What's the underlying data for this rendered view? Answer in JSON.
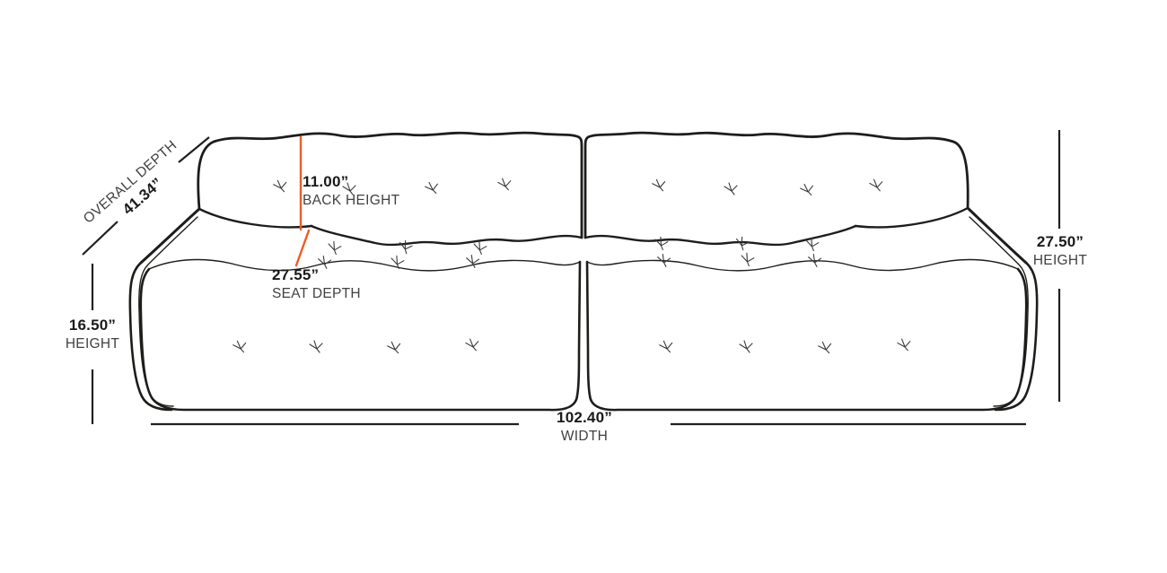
{
  "diagram": {
    "type": "sofa-dimension-diagram",
    "illustration": "two-piece tufted sofa front elevation line art"
  },
  "dims": {
    "overall_depth": {
      "label": "OVERALL DEPTH",
      "value": "41.34”"
    },
    "back_height": {
      "value": "11.00”",
      "label": "BACK HEIGHT"
    },
    "seat_depth": {
      "value": "27.55”",
      "label": "SEAT DEPTH"
    },
    "height_left": {
      "value": "16.50”",
      "label": "HEIGHT"
    },
    "height_right": {
      "value": "27.50”",
      "label": "HEIGHT"
    },
    "width": {
      "value": "102.40”",
      "label": "WIDTH"
    }
  },
  "colors": {
    "background": "#FFFFFF",
    "line_art": "#1D1D1B",
    "dimension_line": "#231F20",
    "accent_orange": "#F15A24",
    "value_text": "#1A1A1A",
    "label_text": "#414042"
  }
}
